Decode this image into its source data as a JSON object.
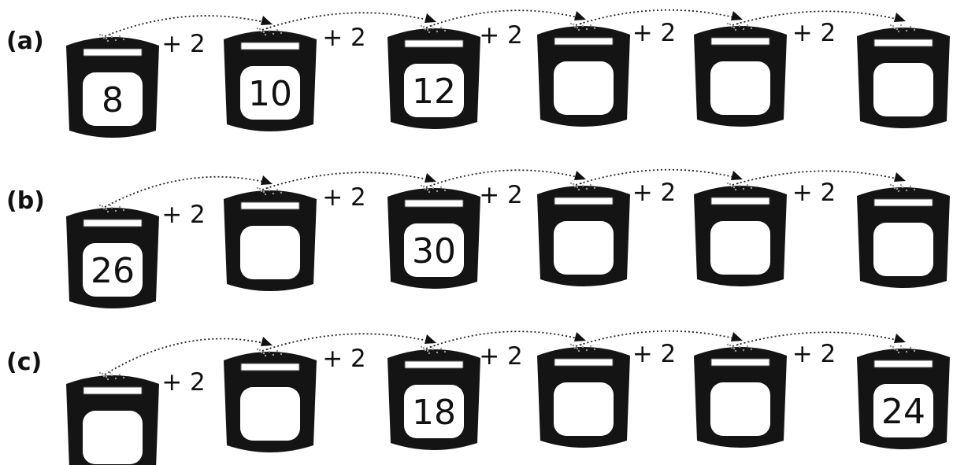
{
  "rows": [
    {
      "label": "(a)",
      "step_labels": [
        "+ 2",
        "+ 2",
        "+ 2",
        "+ 2",
        "+ 2"
      ],
      "values": [
        "8",
        "10",
        "12",
        "",
        "",
        ""
      ]
    },
    {
      "label": "(b)",
      "step_labels": [
        "+ 2",
        "+ 2",
        "+ 2",
        "+ 2",
        "+ 2"
      ],
      "values": [
        "26",
        "",
        "30",
        "",
        "",
        ""
      ]
    },
    {
      "label": "(c)",
      "step_labels": [
        "+ 2",
        "+ 2",
        "+ 2",
        "+ 2",
        "+ 2"
      ],
      "values": [
        "",
        "",
        "18",
        "",
        "",
        "24"
      ]
    }
  ],
  "colors": {
    "container": "#141414",
    "box_fill": "#ffffff",
    "ink": "#111111"
  }
}
